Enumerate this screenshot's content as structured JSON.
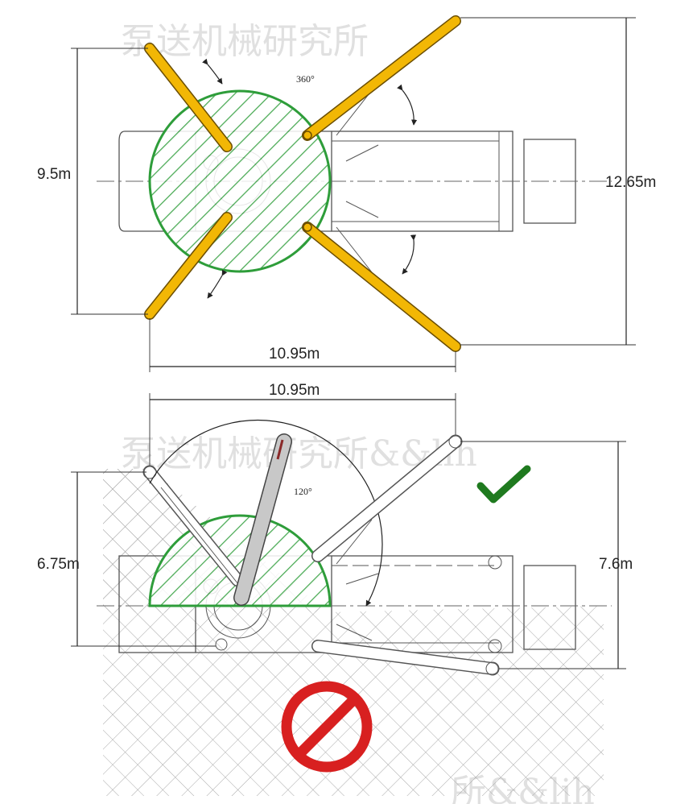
{
  "top_view": {
    "rotation_label": "360°",
    "width_label": "9.5m",
    "length_label": "10.95m",
    "span_label": "12.65m"
  },
  "bottom_view": {
    "length_label": "10.95m",
    "rotation_label": "120°",
    "width_label": "6.75m",
    "span_label": "7.6m"
  },
  "watermarks": [
    "泵送机械研究所",
    "泵送机械研究所&&lih",
    "所&&lih"
  ],
  "colors": {
    "outrigger": "#f2b705",
    "outrigger_edge": "#6b4e00",
    "slew_zone": "#2e9d3a",
    "allowed_mark": "#1f7a1f",
    "forbidden_mark": "#d82020",
    "ground_hatch": "#a8a8a8"
  },
  "icons": {
    "allowed": "check-icon",
    "forbidden": "prohibited-icon"
  }
}
